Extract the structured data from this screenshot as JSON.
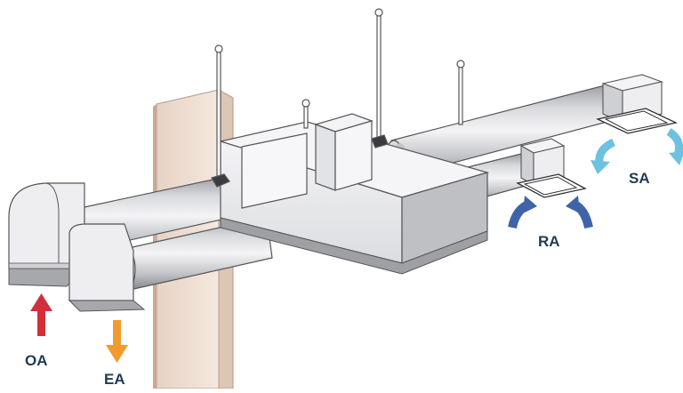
{
  "labels": {
    "oa": "OA",
    "ea": "EA",
    "ra": "RA",
    "sa": "SA"
  },
  "colors": {
    "oa_arrow": "#d32f3a",
    "ea_arrow": "#f29a2e",
    "ra_arrow": "#3f63a8",
    "sa_arrow": "#6cc2e0",
    "label_text": "#1f3a57",
    "wall": "#f3e4d8",
    "duct_light": "#f2f2f4",
    "duct_dark": "#8e8f94"
  }
}
